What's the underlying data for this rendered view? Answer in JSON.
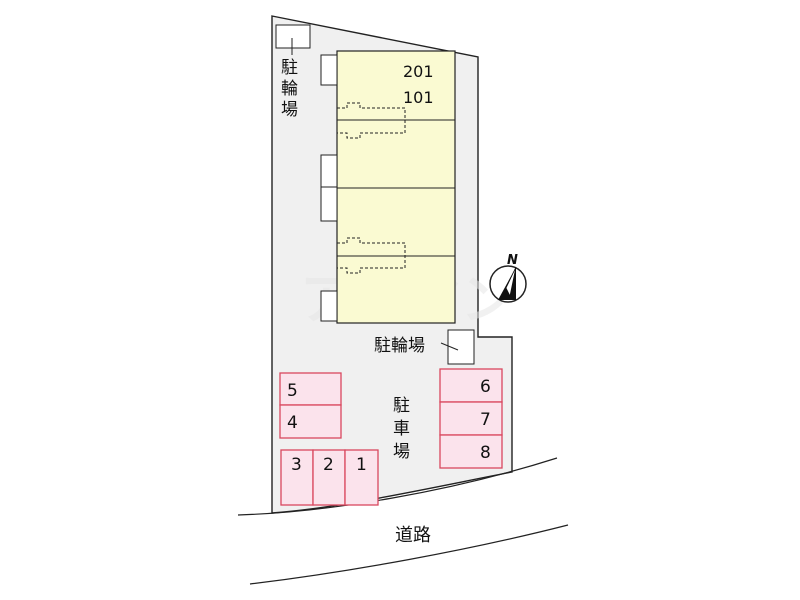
{
  "map": {
    "labels": {
      "bicycle_parking_vertical": [
        "駐",
        "輪",
        "場"
      ],
      "bicycle_parking_horizontal": "駐輪場",
      "car_parking_vertical": [
        "駐",
        "車",
        "場"
      ],
      "road": "道路",
      "north": "N"
    },
    "units": [
      "201",
      "101"
    ],
    "parking_spaces": {
      "left_column": [
        "5",
        "4"
      ],
      "bottom_row": [
        "3",
        "2",
        "1"
      ],
      "right_column": [
        "6",
        "7",
        "8"
      ]
    },
    "watermark": "アパマン"
  },
  "colors": {
    "lot_fill": "#f0f0f0",
    "building_fill": "#fafad2",
    "parking_fill": "#fbe3ec",
    "parking_stroke": "#d9485f",
    "outline": "#222222"
  }
}
